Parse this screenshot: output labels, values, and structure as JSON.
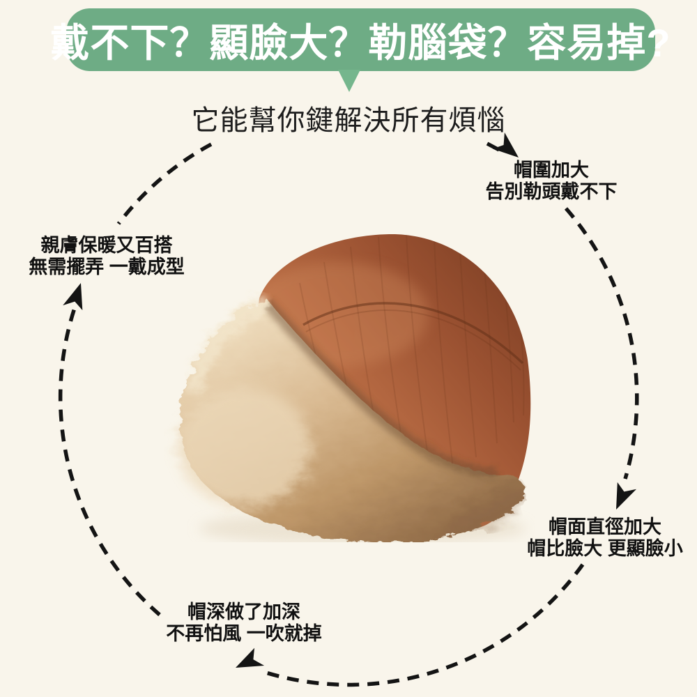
{
  "page": {
    "background_color": "#f9f5eb"
  },
  "banner": {
    "text": "戴不下？顯臉大？勒腦袋？容易掉?",
    "bg_color": "#6eac85",
    "text_color": "#ffffff"
  },
  "subtitle": {
    "text": "它能幫你鍵解決所有煩惱"
  },
  "callouts": {
    "band": {
      "line1": "帽圍加大",
      "line2": "告別勒頭戴不下"
    },
    "skin": {
      "line1": "親膚保暖又百搭",
      "line2": "無需擺弄 一戴成型"
    },
    "diameter": {
      "line1": "帽面直徑加大",
      "line2": "帽比臉大 更顯臉小"
    },
    "depth": {
      "line1": "帽深做了加深",
      "line2": "不再怕風 一吹就掉"
    }
  },
  "diagram": {
    "style": "dashed-circle-with-clockwise-arrows",
    "stroke_color": "#141414",
    "arrow_count": 4
  },
  "product": {
    "description": "plush-brim corduroy bucket hat",
    "crown_color": "#9d5434",
    "fur_color": "#d3b38c"
  }
}
